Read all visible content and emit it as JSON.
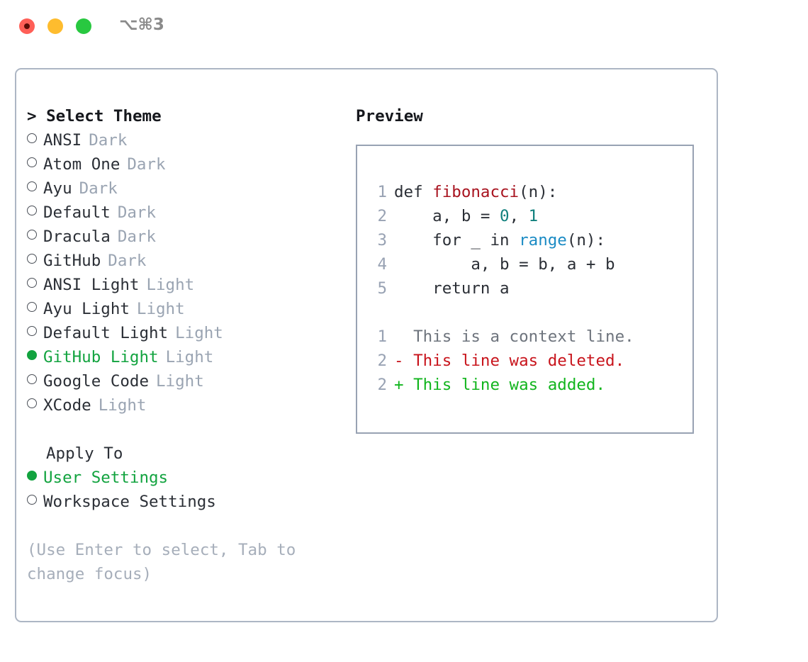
{
  "titlebar": {
    "shortcut": "⌥⌘3",
    "buttons": [
      {
        "name": "close",
        "color": "#ff5f57"
      },
      {
        "name": "minimize",
        "color": "#febc2e"
      },
      {
        "name": "maximize",
        "color": "#28c840"
      }
    ]
  },
  "theme_picker": {
    "heading": "> Select Theme",
    "items": [
      {
        "label": "ANSI",
        "tag": "Dark",
        "selected": false
      },
      {
        "label": "Atom One",
        "tag": "Dark",
        "selected": false
      },
      {
        "label": "Ayu",
        "tag": "Dark",
        "selected": false
      },
      {
        "label": "Default",
        "tag": "Dark",
        "selected": false
      },
      {
        "label": "Dracula",
        "tag": "Dark",
        "selected": false
      },
      {
        "label": "GitHub",
        "tag": "Dark",
        "selected": false
      },
      {
        "label": "ANSI Light",
        "tag": "Light",
        "selected": false
      },
      {
        "label": "Ayu Light",
        "tag": "Light",
        "selected": false
      },
      {
        "label": "Default Light",
        "tag": "Light",
        "selected": false
      },
      {
        "label": "GitHub Light",
        "tag": "Light",
        "selected": true
      },
      {
        "label": "Google Code",
        "tag": "Light",
        "selected": false
      },
      {
        "label": "XCode",
        "tag": "Light",
        "selected": false
      }
    ]
  },
  "apply_to": {
    "heading": "Apply To",
    "items": [
      {
        "label": "User Settings",
        "selected": true
      },
      {
        "label": "Workspace Settings",
        "selected": false
      }
    ]
  },
  "hint": "(Use Enter to select, Tab to change focus)",
  "preview": {
    "title": "Preview",
    "code_lines": [
      {
        "num": "1",
        "tokens": [
          {
            "text": "def ",
            "type": "plain"
          },
          {
            "text": "fibonacci",
            "type": "fn"
          },
          {
            "text": "(n):",
            "type": "plain"
          }
        ]
      },
      {
        "num": "2",
        "tokens": [
          {
            "text": "    a, b = ",
            "type": "plain"
          },
          {
            "text": "0",
            "type": "num"
          },
          {
            "text": ", ",
            "type": "plain"
          },
          {
            "text": "1",
            "type": "num"
          }
        ]
      },
      {
        "num": "3",
        "tokens": [
          {
            "text": "    for _ in ",
            "type": "plain"
          },
          {
            "text": "range",
            "type": "builtin"
          },
          {
            "text": "(n):",
            "type": "plain"
          }
        ]
      },
      {
        "num": "4",
        "tokens": [
          {
            "text": "        a, b = b, a + b",
            "type": "plain"
          }
        ]
      },
      {
        "num": "5",
        "tokens": [
          {
            "text": "    return a",
            "type": "plain"
          }
        ]
      }
    ],
    "diff_lines": [
      {
        "num": "1",
        "marker": "  ",
        "text": "This is a context line.",
        "type": "ctx"
      },
      {
        "num": "2",
        "marker": "- ",
        "text": "This line was deleted.",
        "type": "del"
      },
      {
        "num": "2",
        "marker": "+ ",
        "text": "This line was added.",
        "type": "add"
      }
    ]
  },
  "colors": {
    "accent_green": "#12a33f",
    "muted": "#9aa4b2",
    "border": "#adb6c4",
    "code_border": "#98a2b3",
    "fn_red": "#a8131f",
    "num_teal": "#10807d",
    "builtin_blue": "#1b8bc4",
    "diff_del": "#c8141c",
    "diff_add": "#12b51e"
  }
}
